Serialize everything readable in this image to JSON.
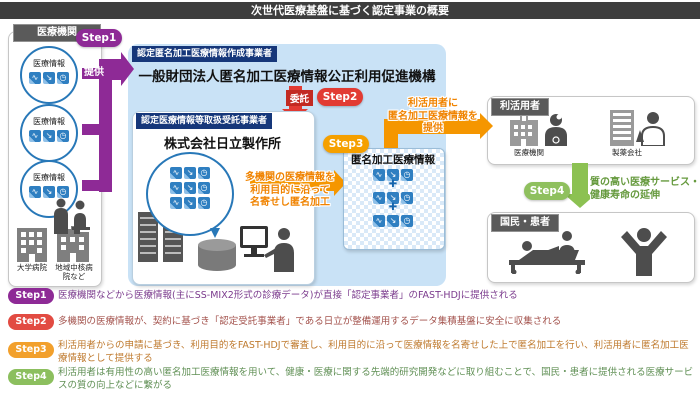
{
  "title": "次世代医療基盤に基づく認定事業の概要",
  "colors": {
    "purple": "#8e2a96",
    "red": "#e23b33",
    "orange": "#f59600",
    "green": "#8cc152",
    "navy": "#16377a",
    "panel_blue": "#c9e2f6",
    "label_gray": "#5a5a5a",
    "doc_blue": "#2f7fc1"
  },
  "icons": {
    "pulse": "∿",
    "chart": "↘",
    "clock": "◷",
    "plus": "✚"
  },
  "medical_institutions": {
    "label": "医療機関",
    "circle_label": "医療情報",
    "facility_labels": [
      "大学病院",
      "地域中核病院など"
    ]
  },
  "flow": {
    "step1": {
      "pill": "Step1",
      "arrow_label": "提供"
    },
    "step2": {
      "pill": "Step2",
      "arrow_label": "委託"
    },
    "step3": {
      "pill": "Step3"
    },
    "step4": {
      "pill": "Step4"
    }
  },
  "certified_creator": {
    "tag": "認定匿名加工医療情報作成事業者",
    "name": "一般財団法人匿名加工医療情報公正利用促進機構"
  },
  "entrusted": {
    "tag": "認定医療情報等取扱受託事業者",
    "name": "株式会社日立製作所",
    "note_lines": [
      "多機関の医療情報を",
      "利用目的に沿って",
      "名寄せし匿名加工"
    ]
  },
  "anonymized": {
    "title": "匿名加工医療情報",
    "provide_note_lines": [
      "利活用者に",
      "匿名加工医療情報を",
      "提供"
    ]
  },
  "users": {
    "label": "利活用者",
    "members": [
      {
        "label": "医療機関"
      },
      {
        "label": "製薬会社"
      }
    ]
  },
  "outcome": {
    "note_lines": [
      "質の高い医療サービス・",
      "健康寿命の延伸"
    ]
  },
  "citizens": {
    "label": "国民・患者"
  },
  "legend": [
    {
      "pill": "Step1",
      "text": "医療機関などから医療情報(主にSS-MIX2形式の診療データ)が直接「認定事業者」のFAST-HDJに提供される"
    },
    {
      "pill": "Step2",
      "text": "多機関の医療情報が、契約に基づき「認定受託事業者」である日立が整備運用するデータ集積基盤に安全に収集される"
    },
    {
      "pill": "Step3",
      "text": "利活用者からの申請に基づき、利用目的をFAST-HDJで審査し、利用目的に沿って医療情報を名寄せした上で匿名加工を行い、利活用者に匿名加工医療情報として提供する"
    },
    {
      "pill": "Step4",
      "text": "利活用者は有用性の高い匿名加工医療情報を用いて、健康・医療に関する先端的研究開発などに取り組むことで、国民・患者に提供される医療サービスの質の向上などに繋がる"
    }
  ]
}
